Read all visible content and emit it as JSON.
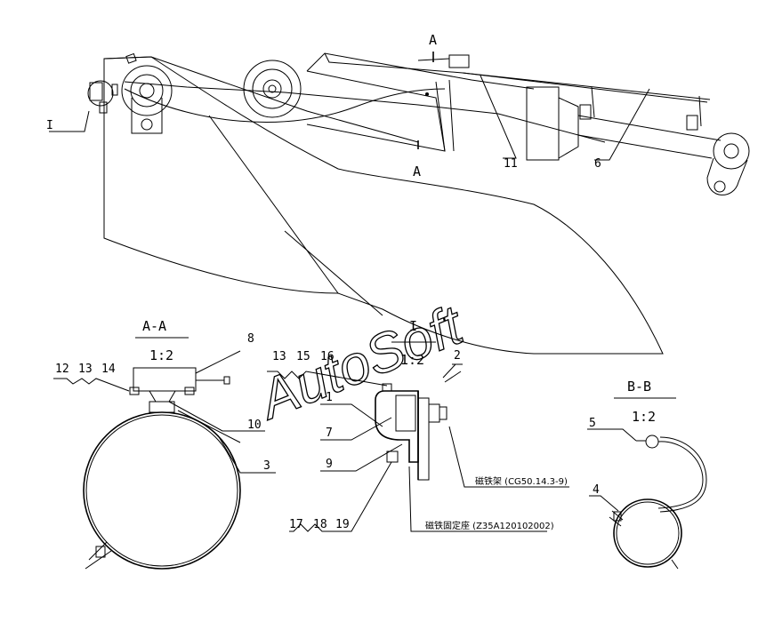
{
  "watermark": "AutoSoft",
  "section_markers": {
    "top": "A",
    "bottom": "A"
  },
  "main_labels": {
    "i": "I",
    "n11": "11",
    "n6": "6"
  },
  "view_aa": {
    "title": "A-A",
    "scale": "1:2",
    "labels": {
      "n8": "8",
      "n10": "10",
      "n3": "3",
      "n12": "12",
      "n13": "13",
      "n14": "14"
    }
  },
  "view_i": {
    "title": "I",
    "scale": "1:2",
    "labels": {
      "n2": "2",
      "n13": "13",
      "n15": "15",
      "n16": "16",
      "n1": "1",
      "n7": "7",
      "n9": "9",
      "n17": "17",
      "n18": "18",
      "n19": "19"
    },
    "note_magnet_rack": "磁铁架 (CG50.14.3-9)",
    "note_magnet_base": "磁铁固定座 (Z35A120102002)"
  },
  "view_bb": {
    "title": "B-B",
    "scale": "1:2",
    "labels": {
      "n5": "5",
      "n4": "4"
    }
  }
}
